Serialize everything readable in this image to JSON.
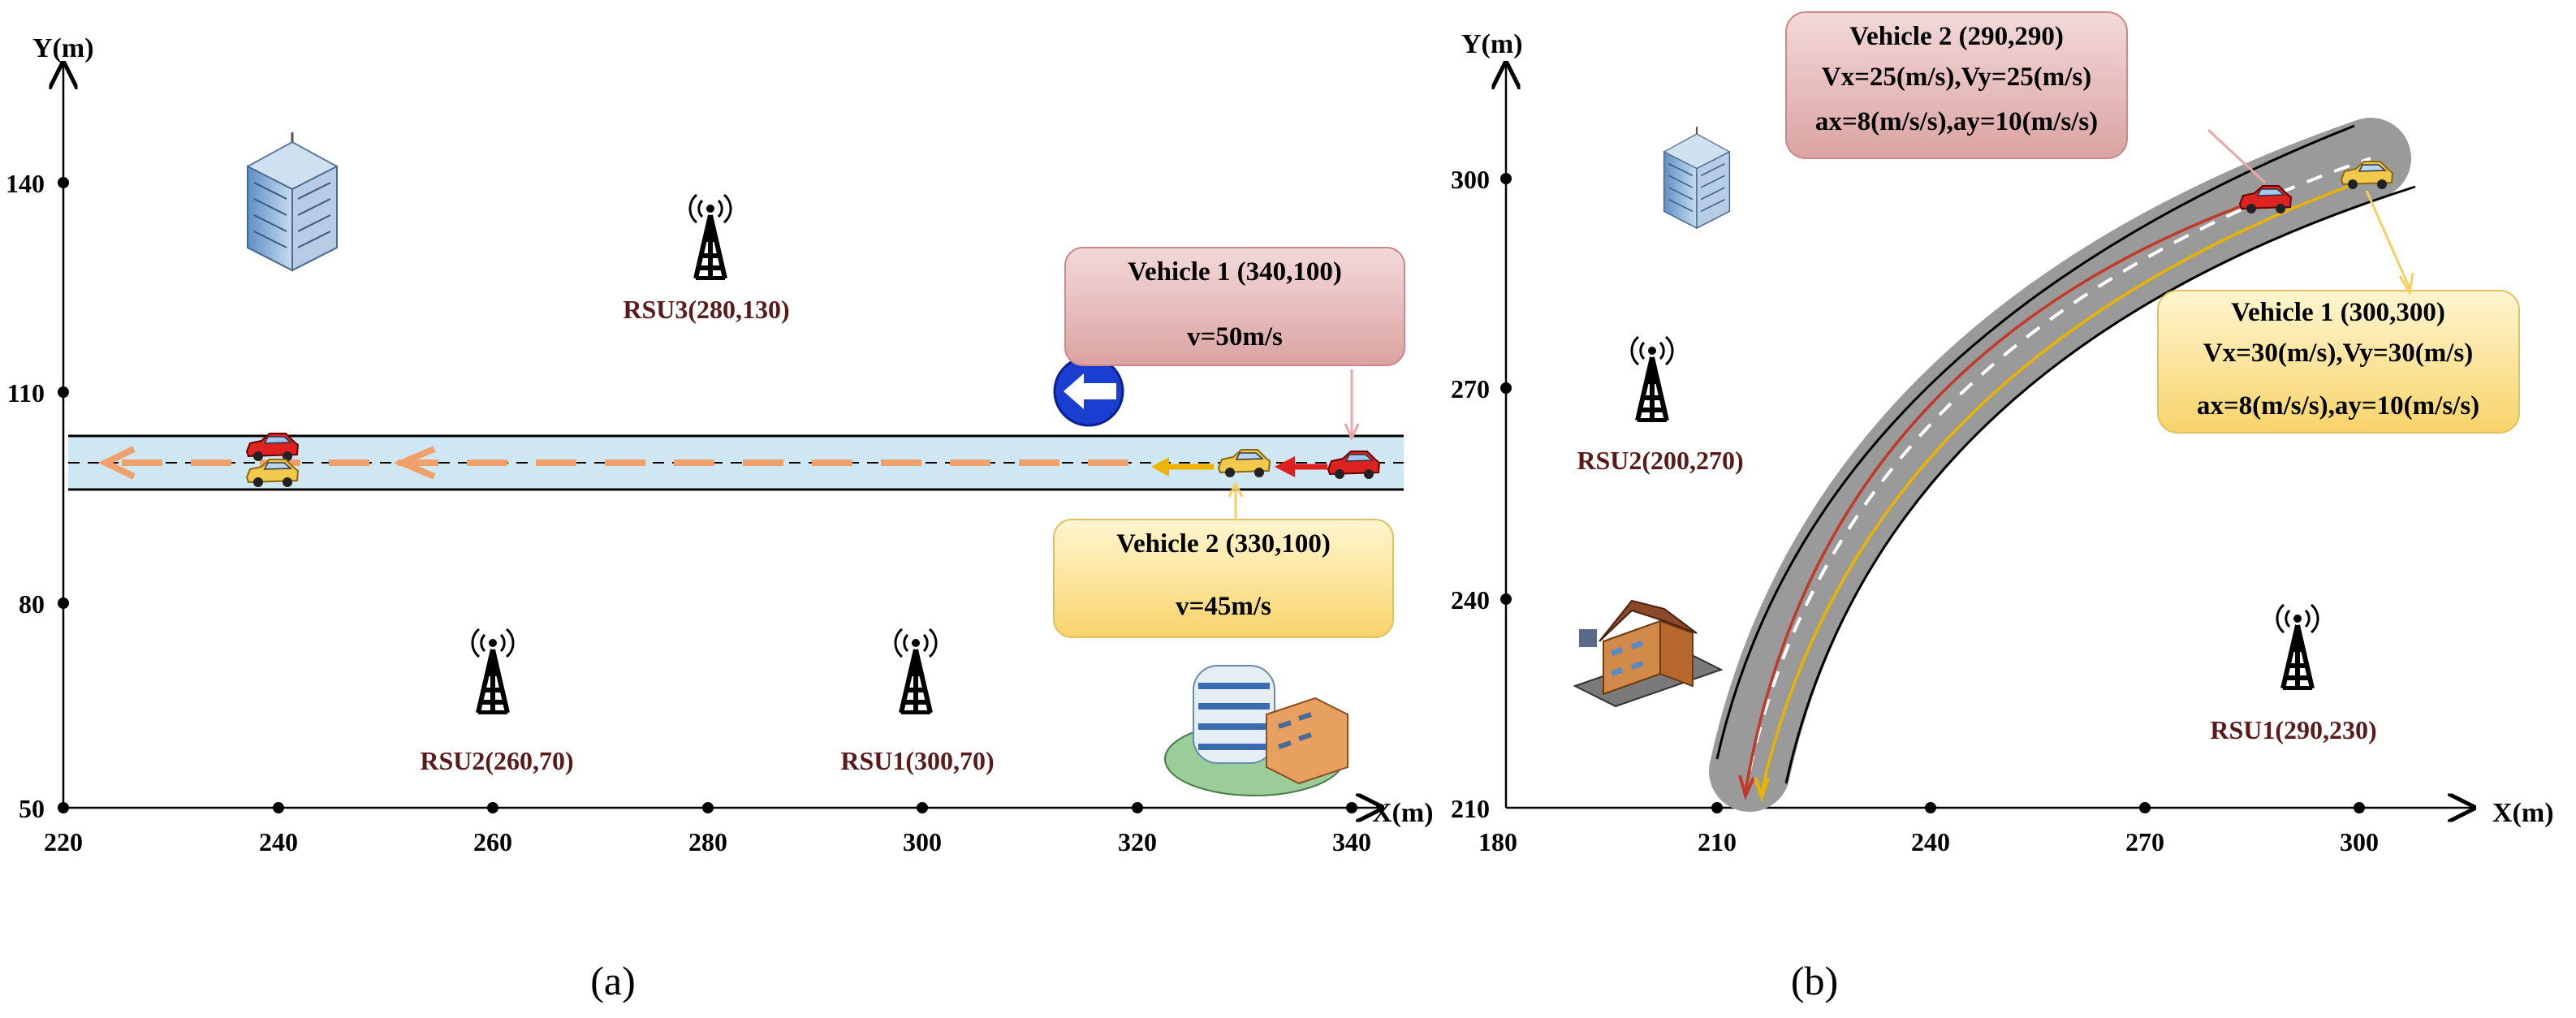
{
  "panel_a": {
    "label": "(a)",
    "y_axis_title": "Y(m)",
    "x_axis_title": "X(m)",
    "x_ticks": [
      "220",
      "240",
      "260",
      "280",
      "300",
      "320",
      "340"
    ],
    "y_ticks": [
      "50",
      "80",
      "110",
      "140"
    ],
    "rsus": [
      "RSU3(280,130)",
      "RSU2(260,70)",
      "RSU1(300,70)"
    ],
    "vehicle1": {
      "title": "Vehicle 1 (340,100)",
      "line1": "v=50m/s"
    },
    "vehicle2": {
      "title": "Vehicle 2 (330,100)",
      "line1": "v=45m/s"
    }
  },
  "panel_b": {
    "label": "(b)",
    "y_axis_title": "Y(m)",
    "x_axis_title": "X(m)",
    "x_ticks": [
      "180",
      "210",
      "240",
      "270",
      "300"
    ],
    "y_ticks": [
      "210",
      "240",
      "270",
      "300"
    ],
    "rsus": [
      "RSU2(200,270)",
      "RSU1(290,230)"
    ],
    "vehicle2": {
      "title": "Vehicle 2 (290,290)",
      "line1": "Vx=25(m/s),Vy=25(m/s)",
      "line2": "ax=8(m/s/s),ay=10(m/s/s)"
    },
    "vehicle1": {
      "title": "Vehicle 1 (300,300)",
      "line1": "Vx=30(m/s),Vy=30(m/s)",
      "line2": "ax=8(m/s/s),ay=10(m/s/s)"
    }
  },
  "colors": {
    "vehicle1_fill_top": "#f3d9d9",
    "vehicle1_fill_bottom": "#dba3a3",
    "vehicle2_fill_top": "#fff6d0",
    "vehicle2_fill_bottom": "#f7d36a",
    "lane_fill": "#cfe7f2",
    "lane_dash": "#f0a06a",
    "curve_road": "#9a9a9a",
    "red_path": "#c0392b",
    "yellow_path": "#e8b400",
    "sign_blue": "#1a3fd0"
  },
  "icons": [
    "building-icon",
    "antenna-tower-icon",
    "car-icon",
    "keep-left-sign-icon",
    "house-icon"
  ]
}
